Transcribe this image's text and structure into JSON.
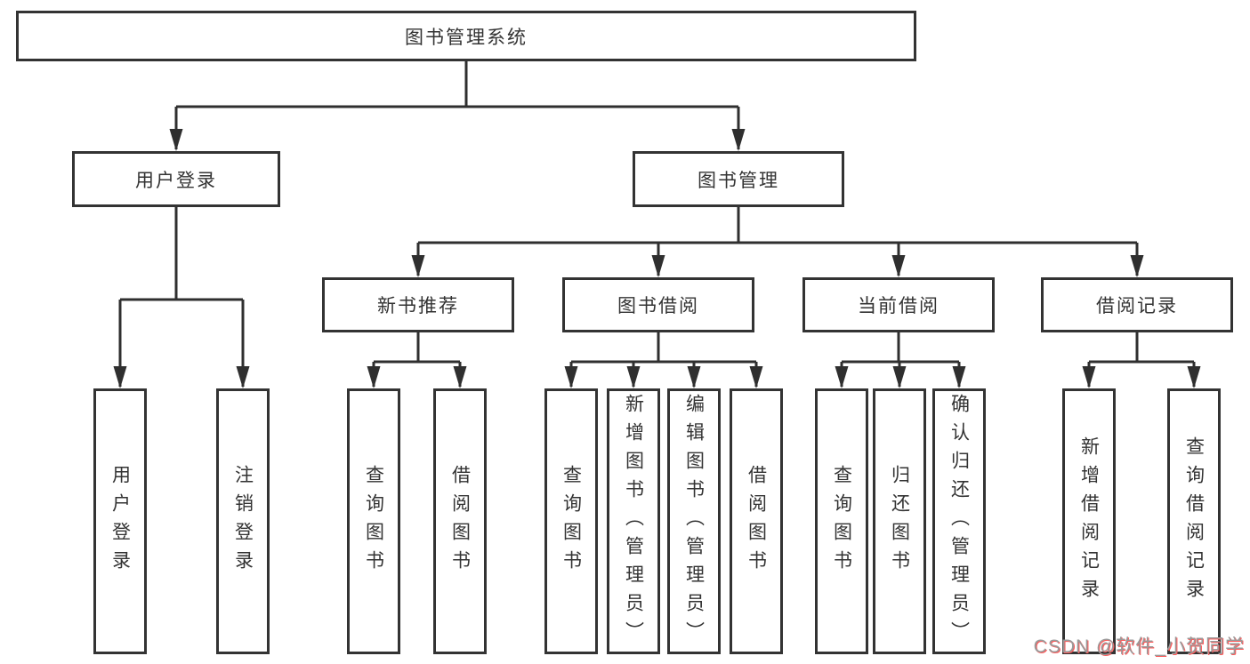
{
  "diagram_type": "hierarchy-tree",
  "tree": {
    "root": {
      "label": "图书管理系统",
      "children": [
        {
          "label": "用户登录",
          "children": [
            {
              "label": "用户登录"
            },
            {
              "label": "注销登录"
            }
          ]
        },
        {
          "label": "图书管理",
          "children": [
            {
              "label": "新书推荐",
              "children": [
                {
                  "label": "查询图书"
                },
                {
                  "label": "借阅图书"
                }
              ]
            },
            {
              "label": "图书借阅",
              "children": [
                {
                  "label": "查询图书"
                },
                {
                  "label": "新增图书（管理员）"
                },
                {
                  "label": "编辑图书（管理员）"
                },
                {
                  "label": "借阅图书"
                }
              ]
            },
            {
              "label": "当前借阅",
              "children": [
                {
                  "label": "查询图书"
                },
                {
                  "label": "归还图书"
                },
                {
                  "label": "确认归还（管理员）"
                }
              ]
            },
            {
              "label": "借阅记录",
              "children": [
                {
                  "label": "新增借阅记录"
                },
                {
                  "label": "查询借阅记录"
                }
              ]
            }
          ]
        }
      ]
    }
  },
  "watermark": {
    "text": "CSDN @软件_小贺同学"
  },
  "colors": {
    "line": "#2f2f2f",
    "box_border": "#333333",
    "text": "#333333",
    "background": "#ffffff",
    "watermark": "#9a9a9a",
    "watermark_glow": "#fc5c5c"
  }
}
